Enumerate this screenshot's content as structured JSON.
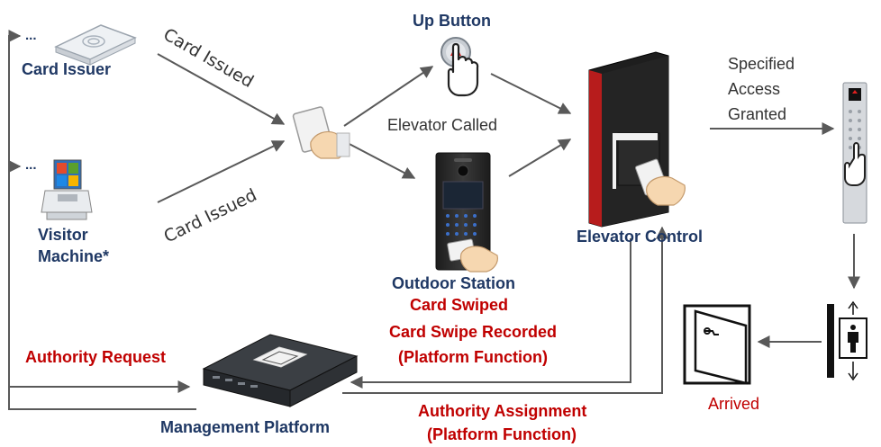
{
  "nodes": {
    "card_issuer": "Card Issuer",
    "visitor_machine_line1": "Visitor",
    "visitor_machine_line2": "Machine*",
    "up_button": "Up Button",
    "outdoor_station": "Outdoor Station",
    "elevator_control": "Elevator Control",
    "management_platform": "Management Platform"
  },
  "edges": {
    "card_issued_top": "Card Issued",
    "card_issued_bottom": "Card Issued",
    "elevator_called": "Elevator Called",
    "specified_line1": "Specified",
    "specified_line2": "Access",
    "specified_line3": "Granted",
    "card_swiped": "Card Swiped",
    "card_swipe_recorded_line1": "Card Swipe Recorded",
    "card_swipe_recorded_line2": "(Platform Function)",
    "authority_request": "Authority Request",
    "authority_assignment_line1": "Authority Assignment",
    "authority_assignment_line2": "(Platform Function)",
    "arrived": "Arrived"
  },
  "ellipsis": "...",
  "colors": {
    "navy": "#1f3864",
    "red": "#c00000",
    "arrow": "#595959"
  },
  "icons": {
    "card_issuer": "card-reader-icon",
    "visitor_machine": "kiosk-icon",
    "hand_card": "hand-card-icon",
    "up_button": "elevator-up-button-icon",
    "outdoor_station": "intercom-panel-icon",
    "elevator_control": "elevator-controller-icon",
    "elevator_panel": "elevator-floor-panel-icon",
    "management_platform": "server-icon",
    "elevator_car": "elevator-car-icon",
    "door": "door-icon"
  }
}
